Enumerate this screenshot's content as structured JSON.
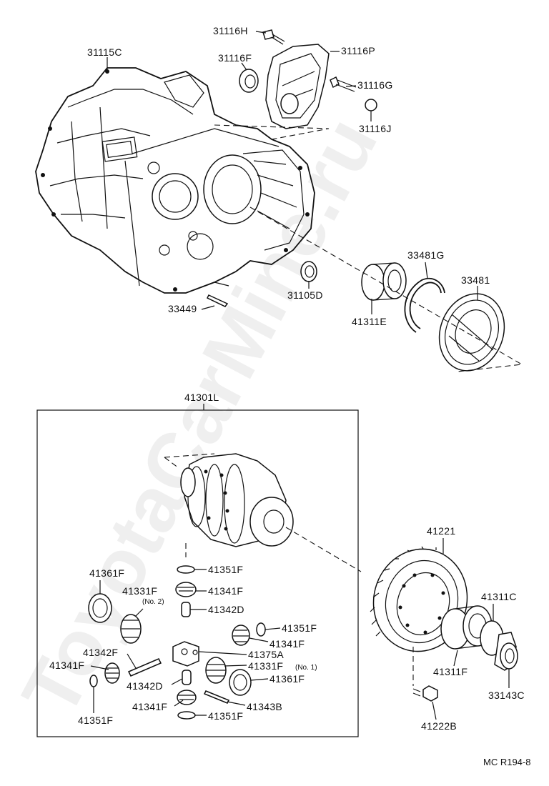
{
  "watermark": "ToyotaCarMine.ru",
  "ref_code": "MC  R194-8",
  "group_label": "41301L",
  "parts": {
    "p31116H": "31116H",
    "p31116P": "31116P",
    "p31115C": "31115C",
    "p31116F": "31116F",
    "p31116G": "31116G",
    "p31116J": "31116J",
    "p33481G": "33481G",
    "p33481": "33481",
    "p31105D": "31105D",
    "p41311E": "41311E",
    "p33449": "33449",
    "p41221": "41221",
    "p41361F_a": "41361F",
    "p41351F_a": "41351F",
    "p41331F_a": "41331F",
    "p41331F_a_note": "(No. 2)",
    "p41341F_a": "41341F",
    "p41342D_a": "41342D",
    "p41351F_b": "41351F",
    "p41341F_b": "41341F",
    "p41342F": "41342F",
    "p41375A": "41375A",
    "p41331F_b": "41331F",
    "p41331F_b_note": "(No. 1)",
    "p41341F_c": "41341F",
    "p41342D_b": "41342D",
    "p41361F_b": "41361F",
    "p41341F_d": "41341F",
    "p41343B": "41343B",
    "p41351F_c": "41351F",
    "p41351F_d": "41351F",
    "p41311C": "41311C",
    "p41311F": "41311F",
    "p33143C": "33143C",
    "p41222B": "41222B"
  }
}
